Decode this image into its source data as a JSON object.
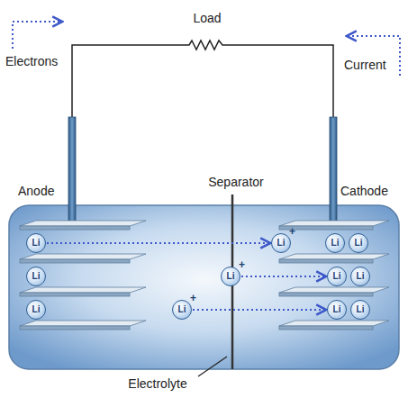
{
  "diagram": {
    "nodes": [
      {
        "text": [
          "Li"
        ]
      },
      {
        "text": [
          "Li",
          "+"
        ]
      },
      {
        "text": [
          "Li"
        ]
      },
      {
        "text": [
          "Li"
        ]
      },
      {
        "text": [
          "Li"
        ]
      },
      {
        "text": [
          "Li",
          "+"
        ]
      },
      {
        "text": [
          "Li"
        ]
      },
      {
        "text": [
          "Li"
        ]
      },
      {
        "text": [
          "Li"
        ]
      },
      {
        "text": [
          "Li",
          "+"
        ]
      },
      {
        "text": [
          "Li"
        ]
      },
      {
        "text": [
          "Li"
        ]
      }
    ],
    "edges": [
      {
        "from": 0,
        "to": 1,
        "arrow": "to"
      },
      {
        "from": 5,
        "to": 6,
        "arrow": "to"
      },
      {
        "from": 9,
        "to": 10,
        "arrow": "to"
      }
    ],
    "labels": [
      "Load",
      "Electrons",
      "Current",
      "Anode",
      "Separator",
      "Cathode",
      "Electrolyte"
    ]
  }
}
